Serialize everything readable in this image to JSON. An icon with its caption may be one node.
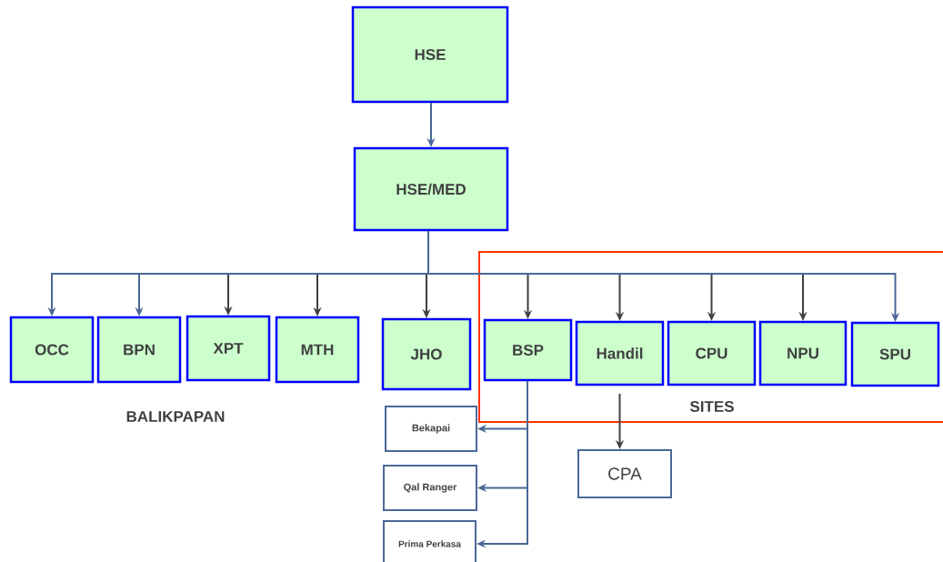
{
  "diagram": {
    "nodes": [
      {
        "text": [
          "HSE"
        ]
      },
      {
        "text": [
          "HSE/MED"
        ]
      },
      {
        "text": [
          "OCC"
        ]
      },
      {
        "text": [
          "BPN"
        ]
      },
      {
        "text": [
          "XPT"
        ]
      },
      {
        "text": [
          "MTH"
        ]
      },
      {
        "text": [
          "JHO"
        ]
      },
      {
        "text": [
          "SITES"
        ]
      },
      {
        "text": [
          "BSP"
        ],
        "in": 7
      },
      {
        "text": [
          "Handil"
        ],
        "in": 7
      },
      {
        "text": [
          "CPU"
        ],
        "in": 7
      },
      {
        "text": [
          "NPU"
        ],
        "in": 7
      },
      {
        "text": [
          "SPU"
        ],
        "in": 7
      },
      {
        "text": [
          "Bekapai"
        ]
      },
      {
        "text": [
          "Qal Ranger"
        ]
      },
      {
        "text": [
          "Prima Perkasa"
        ]
      },
      {
        "text": [
          "CPA"
        ]
      }
    ],
    "edges": [
      {
        "from": 0,
        "to": 1,
        "arrow": "to",
        "color": "#4a6896"
      },
      {
        "from": 1,
        "to": 2,
        "arrow": "to",
        "color": "#4a6896"
      },
      {
        "from": 1,
        "to": 3,
        "arrow": "to",
        "color": "#4a6896"
      },
      {
        "from": 1,
        "to": 4,
        "arrow": "to"
      },
      {
        "from": 1,
        "to": 5,
        "arrow": "to"
      },
      {
        "from": 1,
        "to": 6,
        "arrow": "to"
      },
      {
        "from": 1,
        "to": 8,
        "arrow": "to"
      },
      {
        "from": 1,
        "to": 9,
        "arrow": "to"
      },
      {
        "from": 1,
        "to": 10,
        "arrow": "to"
      },
      {
        "from": 1,
        "to": 11,
        "arrow": "to"
      },
      {
        "from": 1,
        "to": 12,
        "arrow": "to",
        "color": "#4a6896"
      },
      {
        "from": 8,
        "to": 13,
        "arrow": "to",
        "color": "#4a6896"
      },
      {
        "from": 8,
        "to": 14,
        "arrow": "to",
        "color": "#4a6896"
      },
      {
        "from": 8,
        "to": 15,
        "arrow": "to",
        "color": "#4a6896"
      },
      {
        "from": 9,
        "to": 16,
        "arrow": "to"
      }
    ],
    "labels": [
      "BALIKPAPAN"
    ]
  }
}
